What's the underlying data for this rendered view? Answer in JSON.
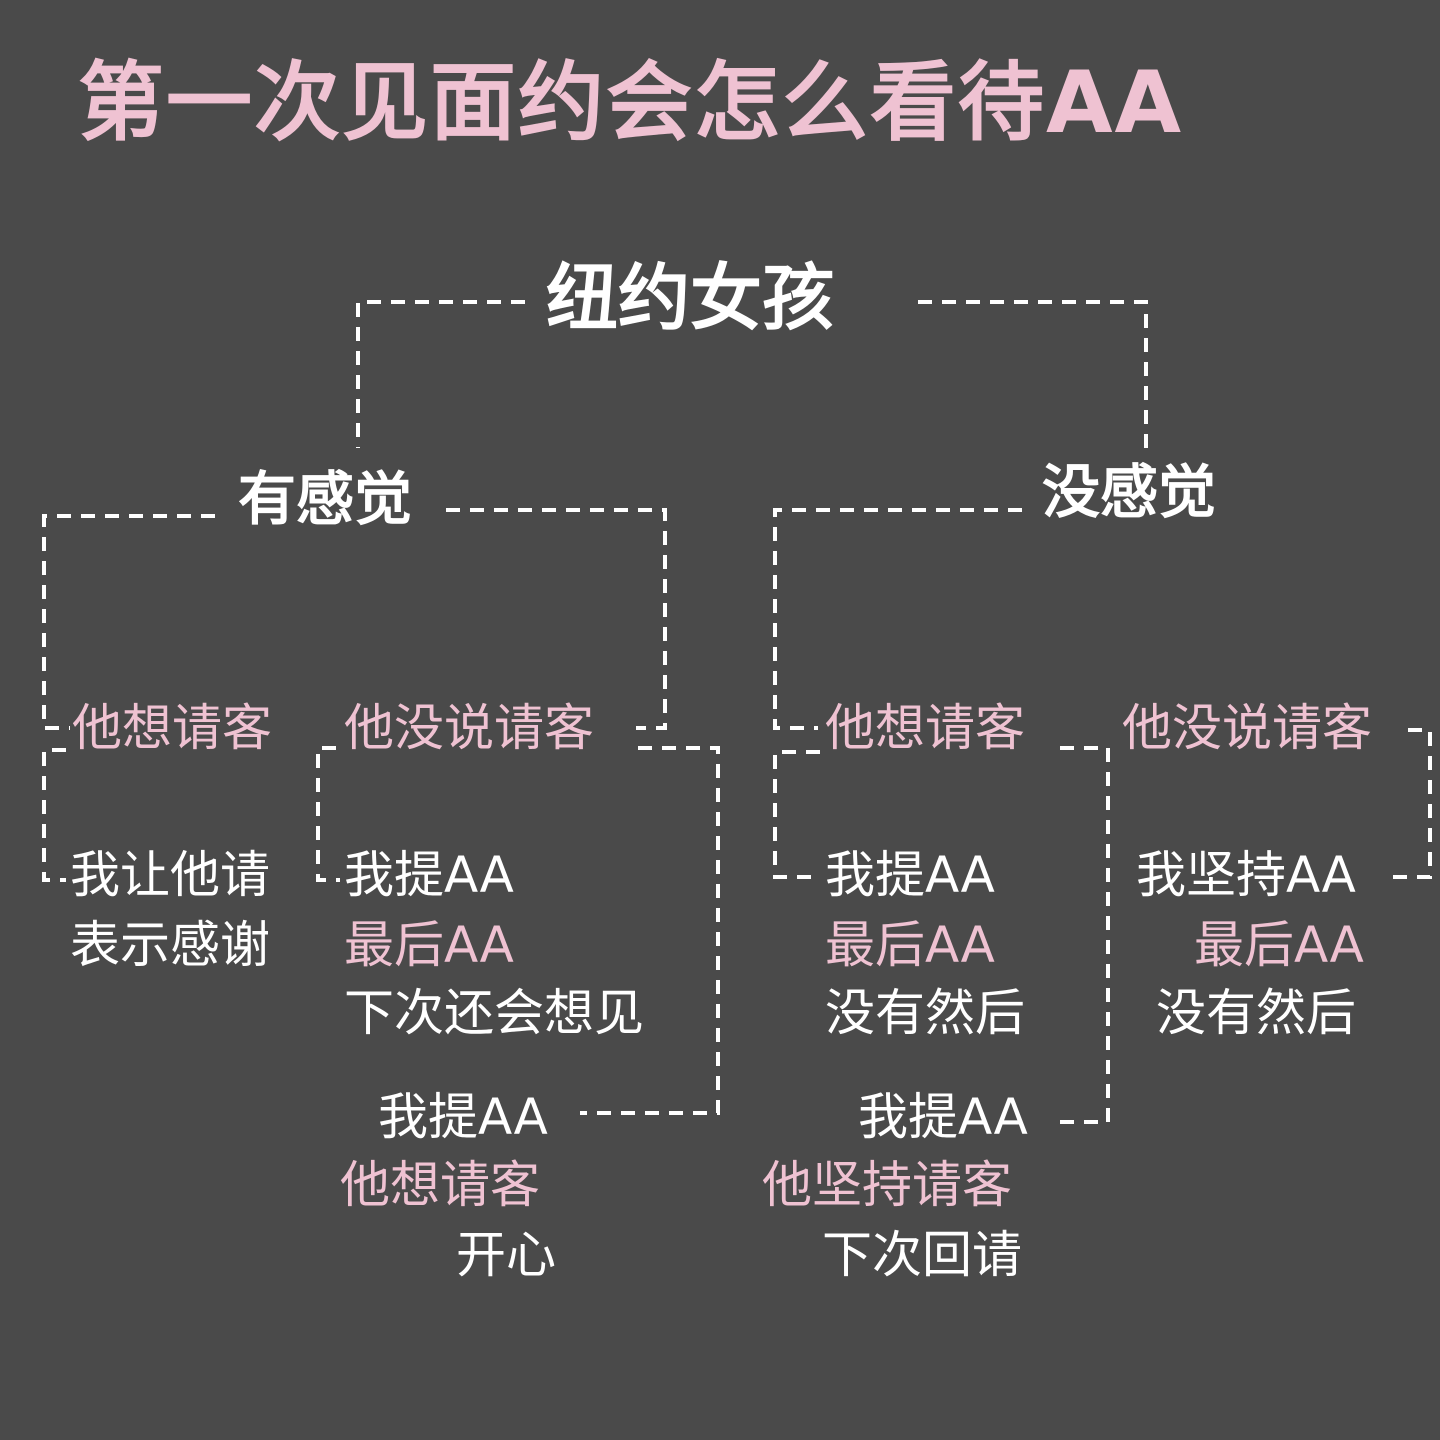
{
  "title": "第一次见面约会怎么看待AA",
  "root": "纽约女孩",
  "branches": {
    "feel": "有感觉",
    "no_feel": "没感觉"
  },
  "feel": {
    "offer": {
      "label": "他想请客",
      "outcome": [
        "我让他请",
        "表示感谢"
      ]
    },
    "no_offer": {
      "label": "他没说请客",
      "path_aa": [
        "我提AA",
        "最后AA",
        "下次还会想见"
      ],
      "path_treat": [
        "我提AA",
        "他想请客",
        "开心"
      ]
    }
  },
  "no_feel": {
    "offer": {
      "label": "他想请客",
      "path_aa": [
        "我提AA",
        "最后AA",
        "没有然后"
      ],
      "path_treat": [
        "我提AA",
        "他坚持请客",
        "下次回请"
      ]
    },
    "no_offer": {
      "label": "他没说请客",
      "outcome": [
        "我坚持AA",
        "最后AA",
        "没有然后"
      ]
    }
  },
  "colors": {
    "background": "#4a4a4a",
    "accent_pink": "#efc2d2",
    "text_white": "#ffffff",
    "line": "#ffffff"
  }
}
